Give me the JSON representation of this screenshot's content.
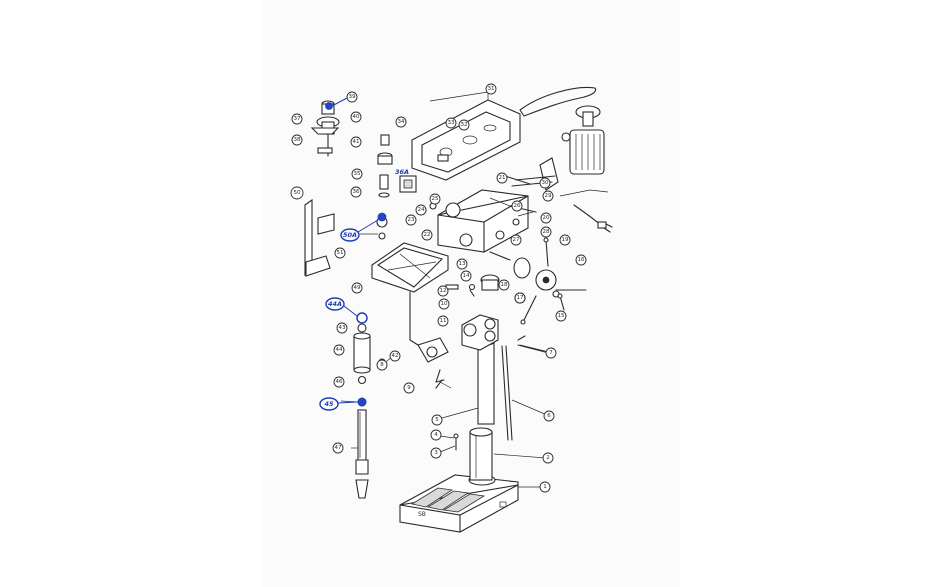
{
  "diagram": {
    "callouts": {
      "c1": "1",
      "c2": "2",
      "c3": "3",
      "c4": "4",
      "c5": "5",
      "c6": "6",
      "c7": "7",
      "c8": "8",
      "c9": "9",
      "c10": "10",
      "c11": "11",
      "c12": "12",
      "c13": "13",
      "c14": "14",
      "c15": "15",
      "c16": "16",
      "c17": "17",
      "c18": "18",
      "c19": "19",
      "c20": "20",
      "c21": "21",
      "c22": "22",
      "c23": "23",
      "c24": "24",
      "c25": "25",
      "c26": "26",
      "c27": "27",
      "c28": "28",
      "c29": "29",
      "c30": "30",
      "c31": "31",
      "c32": "32",
      "c33": "33",
      "c34": "34",
      "c35": "35",
      "c36": "36",
      "c37": "37",
      "c38": "38",
      "c39": "39",
      "c40": "40",
      "c41": "41",
      "c42": "42",
      "c43": "43",
      "c44": "44",
      "c46": "46",
      "c47": "47",
      "c49": "49",
      "c50": "50",
      "c51": "51"
    },
    "handwritten": {
      "h45": "45",
      "h44a": "44A",
      "h50a": "50A",
      "h36a": "36A"
    },
    "base_marking": "SB"
  }
}
